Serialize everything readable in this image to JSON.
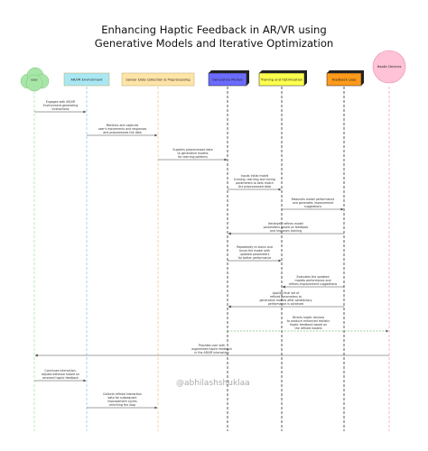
{
  "title_line1": "Enhancing Haptic Feedback in AR/VR using",
  "title_line2": "Generative Models and Iterative Optimization",
  "participants": [
    {
      "id": "user",
      "label": "user",
      "shape": "cloud",
      "color": "#a8e6a8"
    },
    {
      "id": "env",
      "label": "AR/VR Environment",
      "shape": "box",
      "color": "#a9e8f2"
    },
    {
      "id": "sensor",
      "label": "Sensor Data Collection & Preprocessing",
      "shape": "box",
      "color": "#ffe4a8"
    },
    {
      "id": "gen",
      "label": "Generative Models",
      "shape": "box3d",
      "color": "#6b6bff"
    },
    {
      "id": "train",
      "label": "Training and Optimization",
      "shape": "box3d",
      "color": "#ffff4d"
    },
    {
      "id": "loop",
      "label": "Feedback Loop",
      "shape": "box3d",
      "color": "#ff9a1a"
    },
    {
      "id": "haptic",
      "label": "Haptic Devices",
      "shape": "circle",
      "color": "#ffc2d6"
    }
  ],
  "messages": [
    {
      "from": "user",
      "to": "env",
      "lines": [
        "Engages with AR/VR",
        "Environment generating",
        "interactions"
      ]
    },
    {
      "from": "env",
      "to": "sensor",
      "lines": [
        "Monitors and captures",
        "user's movements and responses",
        "and preprocesses the data"
      ]
    },
    {
      "from": "sensor",
      "to": "gen",
      "lines": [
        "Supplies preprocessed data",
        "to generative models",
        "for learning patterns"
      ]
    },
    {
      "from": "gen",
      "to": "train",
      "lines": [
        "Inputs initial model",
        "training, learning and tuning",
        "parameters to best match",
        "the preprocessed data"
      ]
    },
    {
      "from": "train",
      "to": "loop",
      "lines": [
        "Measures model performance",
        "and generates improvement",
        "suggestions"
      ]
    },
    {
      "from": "loop",
      "to": "gen",
      "lines": [
        "Iteratively refines model",
        "parameters based on feedback",
        "and improves training"
      ]
    },
    {
      "from": "gen",
      "to": "train",
      "lines": [
        "Repeatedly re-trains and",
        "tunes the model with",
        "updated parameters",
        "for better performance"
      ]
    },
    {
      "from": "loop",
      "to": "train",
      "lines": [
        "Evaluates the updated",
        "models performance and",
        "refines improvement suggestions"
      ]
    },
    {
      "from": "loop",
      "to": "gen",
      "lines": [
        "Applies final set of",
        "refined parameters to",
        "generative models after satisfactory",
        "performance is achieved"
      ]
    },
    {
      "from": "gen",
      "to": "haptic",
      "lines": [
        "Directs haptic devices",
        "to produce enhanced realistic",
        "haptic feedback based on",
        "the refined models"
      ]
    },
    {
      "from": "haptic",
      "to": "user",
      "lines": [
        "Provides user with",
        "augmented haptic feedback",
        "in the AR/VR interaction"
      ]
    },
    {
      "from": "user",
      "to": "env",
      "lines": [
        "Continues interaction,",
        "adjusts behavior based on",
        "received haptic feedback"
      ]
    },
    {
      "from": "env",
      "to": "sensor",
      "lines": [
        "Collects refined interaction",
        "data for subsequent",
        "improvement cycles",
        "enriching the loop"
      ]
    }
  ],
  "watermark": "@abhilashshuklaa"
}
